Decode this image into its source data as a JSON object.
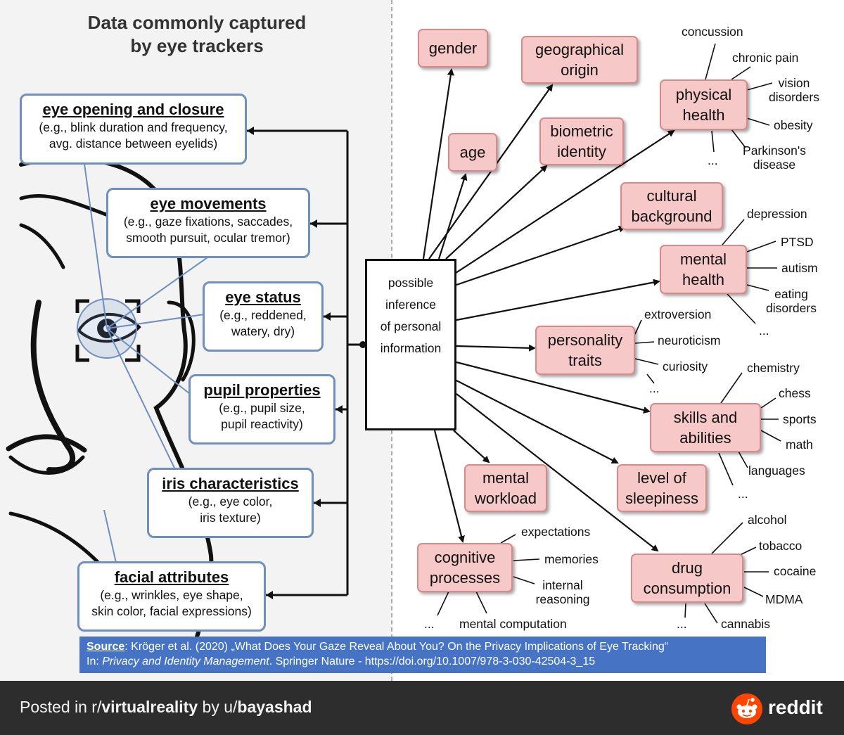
{
  "title": "Data commonly captured\nby eye trackers",
  "data_boxes": [
    {
      "heading": "eye opening and closure",
      "detail": "(e.g., blink duration and frequency,\navg. distance between eyelids)"
    },
    {
      "heading": "eye movements",
      "detail": "(e.g., gaze fixations, saccades,\nsmooth pursuit, ocular tremor)"
    },
    {
      "heading": "eye status",
      "detail": "(e.g., reddened,\nwatery, dry)"
    },
    {
      "heading": "pupil properties",
      "detail": "(e.g., pupil size,\npupil reactivity)"
    },
    {
      "heading": "iris characteristics",
      "detail": "(e.g., eye color,\niris texture)"
    },
    {
      "heading": "facial attributes",
      "detail": "(e.g., wrinkles, eye shape,\nskin color, facial expressions)"
    }
  ],
  "center_box": "possible\ninference\nof personal\ninformation",
  "inferences": {
    "gender": "gender",
    "geographical_origin": "geographical\norigin",
    "age": "age",
    "biometric_identity": "biometric\nidentity",
    "physical_health": "physical\nhealth",
    "cultural_background": "cultural\nbackground",
    "mental_health": "mental\nhealth",
    "personality_traits": "personality\ntraits",
    "skills_and_abilities": "skills and\nabilities",
    "mental_workload": "mental\nworkload",
    "level_of_sleepiness": "level of\nsleepiness",
    "cognitive_processes": "cognitive\nprocesses",
    "drug_consumption": "drug\nconsumption"
  },
  "labels": {
    "physical_health": [
      "concussion",
      "chronic pain",
      "vision\ndisorders",
      "obesity",
      "Parkinson's\ndisease",
      "..."
    ],
    "mental_health": [
      "depression",
      "PTSD",
      "autism",
      "eating\ndisorders",
      "..."
    ],
    "personality_traits": [
      "extroversion",
      "neuroticism",
      "curiosity",
      "..."
    ],
    "skills_and_abilities": [
      "chemistry",
      "chess",
      "sports",
      "math",
      "languages",
      "..."
    ],
    "cognitive_processes": [
      "expectations",
      "memories",
      "internal\nreasoning",
      "mental computation",
      "..."
    ],
    "drug_consumption": [
      "alcohol",
      "tobacco",
      "cocaine",
      "MDMA",
      "cannabis",
      "..."
    ]
  },
  "source": {
    "label": "Source",
    "line1": ": Kröger et al. (2020) „What Does Your Gaze Reveal About You? On the Privacy Implications of Eye Tracking“",
    "line2_prefix": "In: ",
    "line2_italic": "Privacy and Identity Management",
    "line2_rest": ". Springer Nature - https://doi.org/10.1007/978-3-030-42504-3_15"
  },
  "footer": {
    "posted_in": "Posted in r/",
    "subreddit": "virtualreality",
    "by": " by u/",
    "user": "bayashad",
    "brand": "reddit"
  },
  "colors": {
    "inference_fill": "#f6c8c8",
    "inference_border": "#d88a8a",
    "data_border": "#6f8fc0",
    "source_bg": "#4673c4",
    "reddit_orange": "#ff4500"
  }
}
